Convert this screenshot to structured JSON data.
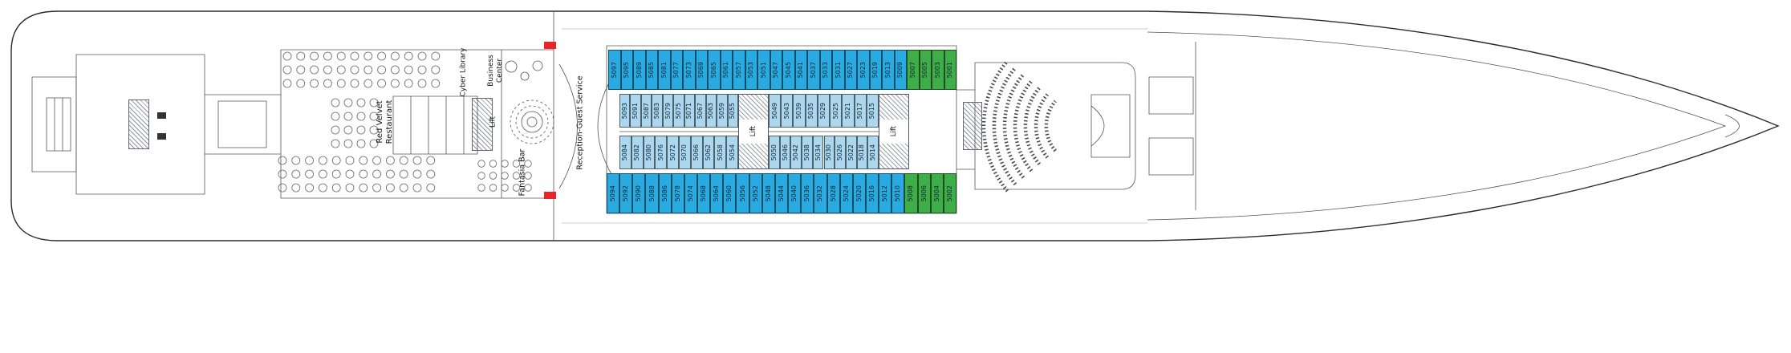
{
  "colors": {
    "cabin_blue": "#29ABE2",
    "cabin_light": "#ACD7EE",
    "cabin_green": "#3FAE49",
    "marker_red": "#E8232A"
  },
  "venues": {
    "red_velvet": "Red Velvet\nRestaurant",
    "cyber_library": "Cyber Library",
    "business_center": "Business\nCenter",
    "lift": "Lift",
    "fantasia_bar": "Fantasia Bar",
    "reception": "Reception-Guest Service"
  },
  "cabin_rows": [
    {
      "name": "top-outer-row",
      "segments": [
        [
          "5097|b",
          "5095|b",
          "5089|b",
          "5085|b",
          "5081|b",
          "5077|b",
          "5073|b",
          "5069|b",
          "5065|b",
          "5061|b",
          "5057|b",
          "5053|b",
          "5051|b",
          "5047|b",
          "5045|b",
          "5041|b",
          "5037|b",
          "5033|b",
          "5031|b",
          "5027|b",
          "5023|b",
          "5019|b",
          "5013|b",
          "5009|b",
          "5007|g",
          "5005|g",
          "5003|g",
          "5001|g"
        ]
      ]
    },
    {
      "name": "upper-inner-row",
      "segments": [
        [
          "5093|l",
          "5091|l",
          "5087|l",
          "5083|l",
          "5079|l",
          "5075|l",
          "5071|l",
          "5067|l",
          "5063|l",
          "5059|l",
          "5055|l"
        ],
        [
          "5049|l",
          "5043|l",
          "5039|l",
          "5035|l",
          "5029|l",
          "5025|l",
          "5021|l",
          "5017|l",
          "5015|l"
        ]
      ]
    },
    {
      "name": "lower-inner-row",
      "segments": [
        [
          "5084|l",
          "5082|l",
          "5080|l",
          "5076|l",
          "5072|l",
          "5070|l",
          "5066|l",
          "5062|l",
          "5058|l",
          "5054|l"
        ],
        [
          "5050|l",
          "5046|l",
          "5042|l",
          "5038|l",
          "5034|l",
          "5030|l",
          "5026|l",
          "5022|l",
          "5018|l",
          "5014|l"
        ]
      ]
    },
    {
      "name": "bottom-outer-row",
      "segments": [
        [
          "5094|b",
          "5092|b",
          "5090|b",
          "5088|b",
          "5086|b",
          "5078|b",
          "5074|b",
          "5068|b",
          "5064|b",
          "5060|b",
          "5056|b",
          "5052|b",
          "5048|b",
          "5044|b",
          "5040|b",
          "5036|b",
          "5032|b",
          "5028|b",
          "5024|b",
          "5020|b",
          "5016|b",
          "5012|b",
          "5010|b",
          "5008|g",
          "5006|g",
          "5004|g",
          "5002|g"
        ]
      ]
    }
  ]
}
